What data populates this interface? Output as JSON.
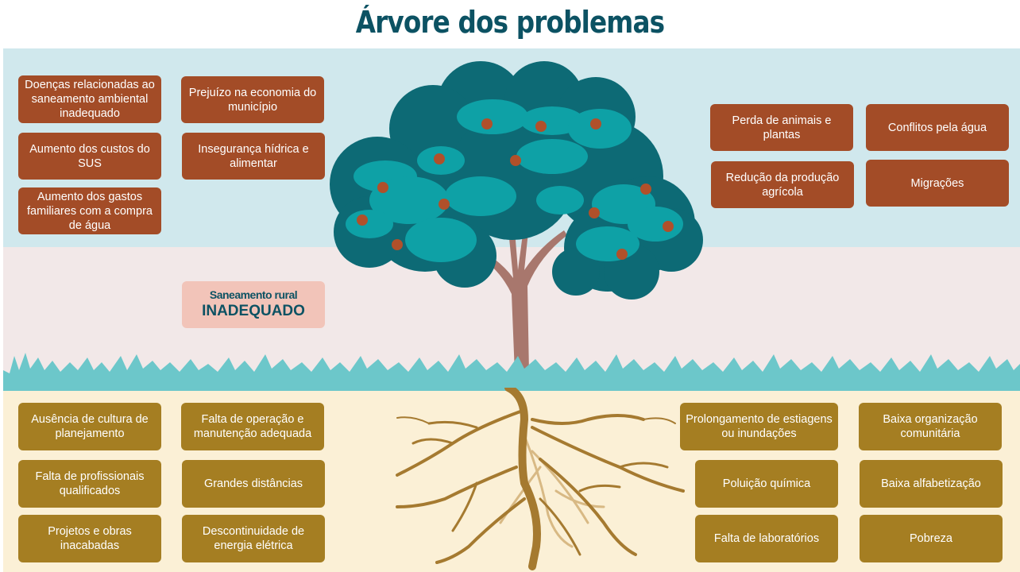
{
  "title": "Árvore dos problemas",
  "colors": {
    "title": "#0c5263",
    "sky_bg": "#d0e8ed",
    "middle_bg": "#f2e8e8",
    "soil_bg": "#fbf0d6",
    "grass": "#6cc7ca",
    "effect_box": "#a34c27",
    "cause_box": "#a57e22",
    "core_box": "#f2c4b9",
    "foliage_dark": "#0d6a75",
    "foliage_light": "#0ea1a6",
    "fruit": "#b0502a",
    "trunk": "#a8776d",
    "roots": "#a57a30"
  },
  "core_problem": {
    "line1": "Saneamento rural",
    "line2": "INADEQUADO"
  },
  "effects": {
    "left": [
      "Doenças relacionadas ao saneamento ambiental inadequado",
      "Prejuízo na economia do município",
      "Aumento dos custos do SUS",
      "Insegurança hídrica e alimentar",
      "Aumento dos gastos familiares com a compra de água"
    ],
    "right": [
      "Perda de animais e plantas",
      "Conflitos pela água",
      "Redução da produção agrícola",
      "Migrações"
    ]
  },
  "causes": {
    "left": [
      "Ausência de cultura de planejamento",
      "Falta de operação e manutenção adequada",
      "Falta de profissionais qualificados",
      "Grandes distâncias",
      "Projetos e obras inacabadas",
      "Descontinuidade de energia elétrica"
    ],
    "right": [
      "Prolongamento de estiagens ou inundações",
      "Baixa organização comunitária",
      "Poluição química",
      "Baixa alfabetização",
      "Falta de laboratórios",
      "Pobreza"
    ]
  }
}
